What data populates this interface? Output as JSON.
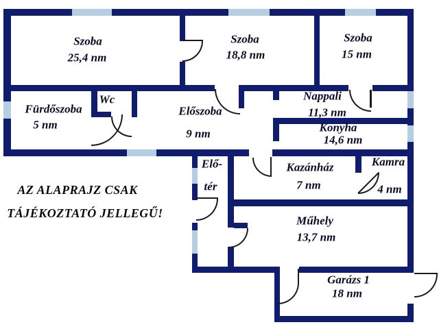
{
  "colors": {
    "wall": "#101c6e",
    "window": "#b5cfe2",
    "door_arc": "#1a1a1a",
    "room_label": "#0b0b26",
    "disclaimer_text": "#0a0a0a",
    "background": "#ffffff"
  },
  "rooms": {
    "szoba_nagy": {
      "name": "Szoba",
      "area": "25,4 nm"
    },
    "szoba_kozepso": {
      "name": "Szoba",
      "area": "18,8 nm"
    },
    "szoba_kis": {
      "name": "Szoba",
      "area": "15 nm"
    },
    "furdoszoba": {
      "name": "Fürdőszoba",
      "area": "5 nm"
    },
    "wc": {
      "name": "Wc"
    },
    "eloszoba": {
      "name": "Előszoba",
      "area": "9 nm"
    },
    "nappali": {
      "name": "Nappali",
      "area": "11,3 nm"
    },
    "konyha": {
      "name": "Konyha",
      "area": "14,6 nm"
    },
    "kamra": {
      "name": "Kamra",
      "area": "4 nm"
    },
    "kazanhaz": {
      "name": "Kazánház",
      "area": "7 nm"
    },
    "eloter": {
      "name_line1": "Elő-",
      "name_line2": "tér"
    },
    "muhely": {
      "name": "Műhely",
      "area": "13,7 nm"
    },
    "garazs": {
      "name": "Garázs 1",
      "area": "18 nm"
    }
  },
  "disclaimer": {
    "line1": "AZ ALAPRAJZ CSAK",
    "line2": "TÁJÉKOZTATÓ JELLEGŰ!"
  }
}
